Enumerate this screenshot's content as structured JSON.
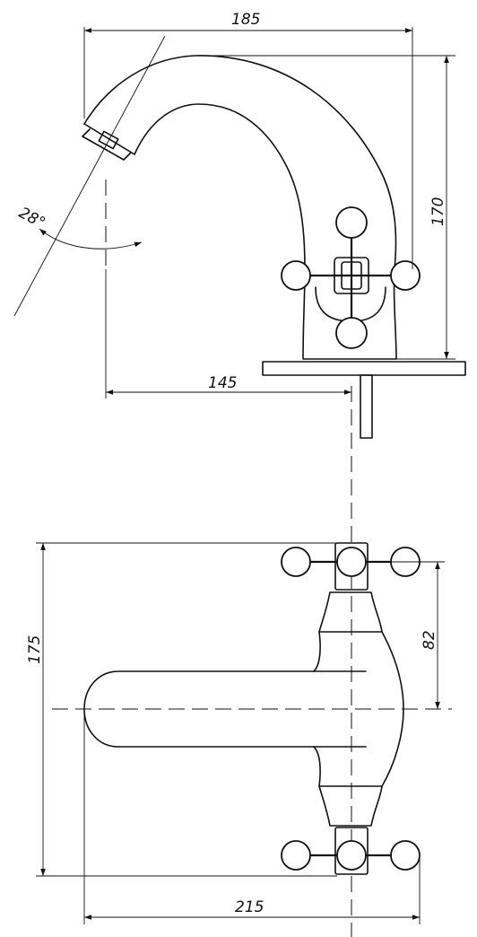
{
  "dimensions": {
    "top_width": "185",
    "top_height": "170",
    "spout_reach": "145",
    "spout_angle": "28°",
    "bottom_depth": "175",
    "handle_offset": "82",
    "bottom_width": "215"
  }
}
